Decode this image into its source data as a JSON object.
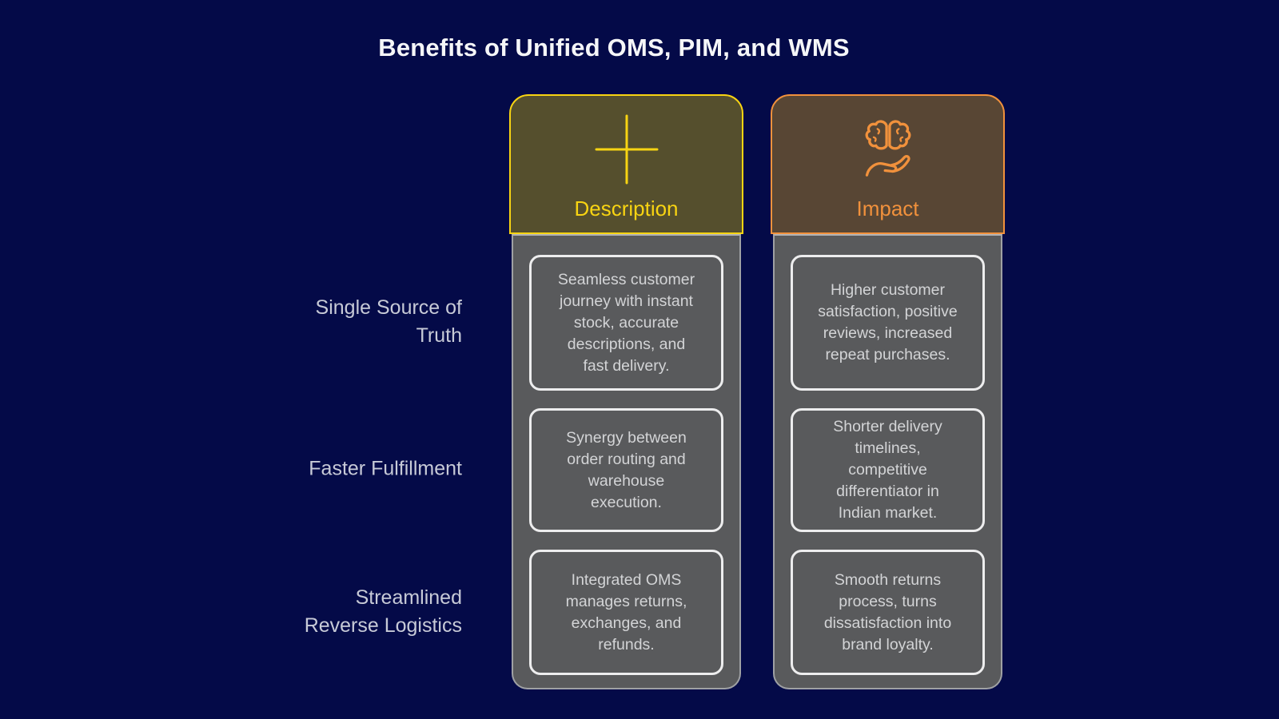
{
  "title": "Benefits of Unified OMS, PIM, and WMS",
  "colors": {
    "background": "#040a48",
    "title_text": "#f5f6f8",
    "label_text": "#c7cad7",
    "body_fill": "#595a5c",
    "body_border": "#9fa1a4",
    "cell_border": "#ededee",
    "cell_text": "#d3d4d6"
  },
  "columns": [
    {
      "label": "Description",
      "icon": "plus-icon",
      "accent": "#f8d412",
      "fill": "#554f2d"
    },
    {
      "label": "Impact",
      "icon": "brain-hand-icon",
      "accent": "#f1913c",
      "fill": "#584634"
    }
  ],
  "rows": [
    {
      "label": "Single Source of\nTruth",
      "description": "Seamless customer\njourney with instant\nstock, accurate\ndescriptions, and\nfast delivery.",
      "impact": "Higher customer\nsatisfaction, positive\nreviews, increased\nrepeat purchases."
    },
    {
      "label": "Faster Fulfillment",
      "description": "Synergy between\norder routing and\nwarehouse\nexecution.",
      "impact": "Shorter delivery\ntimelines,\ncompetitive\ndifferentiator in\nIndian market."
    },
    {
      "label": "Streamlined\nReverse Logistics",
      "description": "Integrated OMS\nmanages returns,\nexchanges, and\nrefunds.",
      "impact": "Smooth returns\nprocess, turns\ndissatisfaction into\nbrand loyalty."
    }
  ]
}
